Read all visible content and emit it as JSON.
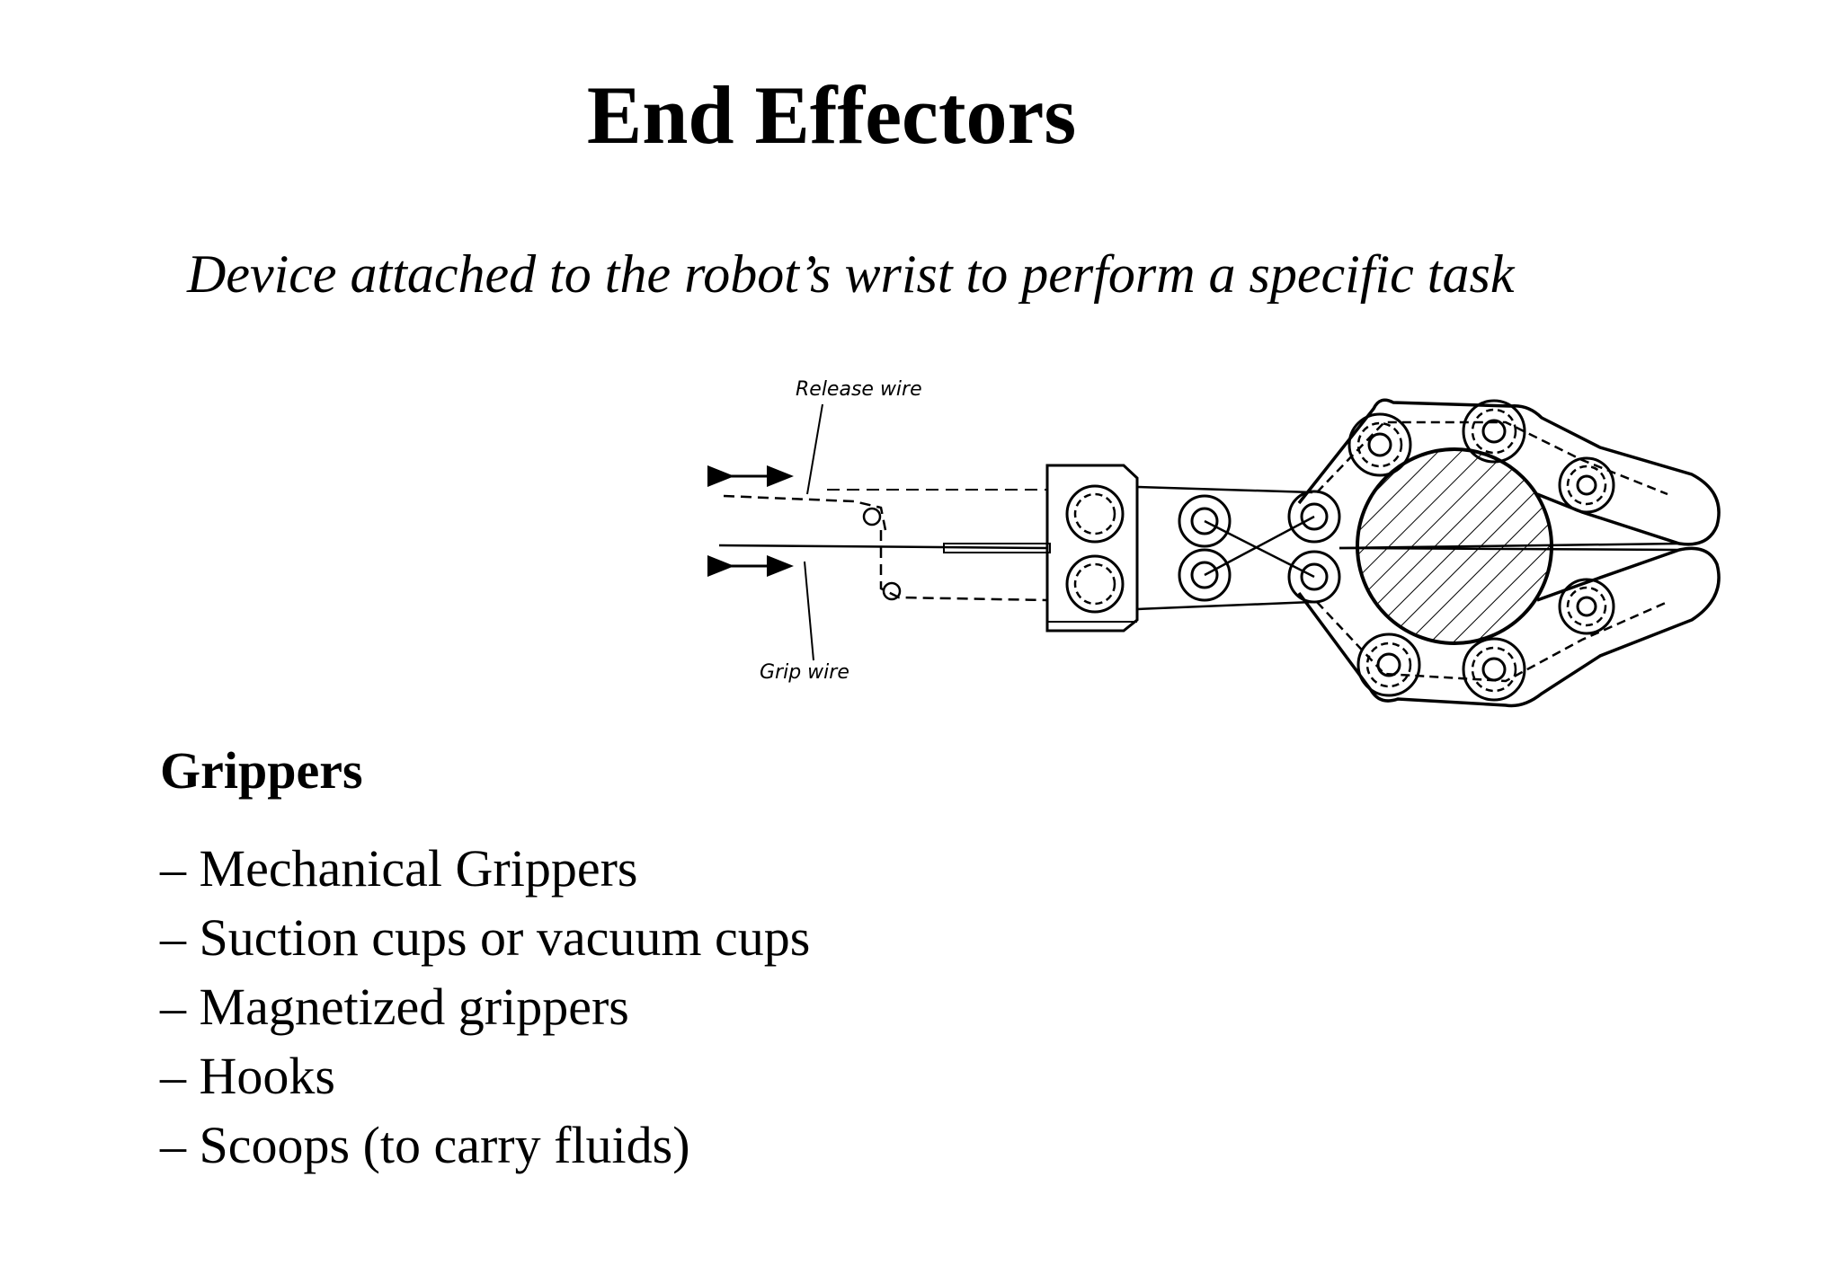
{
  "slide": {
    "title": "End Effectors",
    "subtitle": "Device attached to the robot’s wrist to perform a specific task"
  },
  "diagram": {
    "release_wire_label": "Release wire",
    "grip_wire_label": "Grip wire"
  },
  "grippers": {
    "heading": "Grippers",
    "items": [
      "– Mechanical Grippers",
      "– Suction cups or vacuum cups",
      "– Magnetized grippers",
      "– Hooks",
      "– Scoops (to carry fluids)"
    ]
  }
}
